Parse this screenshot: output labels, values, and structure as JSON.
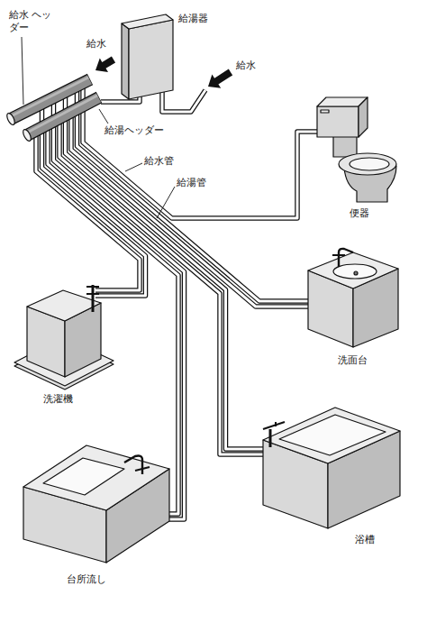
{
  "diagram": {
    "labels": [
      "給水 ヘッダー",
      "給湯器",
      "給水",
      "給水",
      "給湯ヘッダー",
      "給水管",
      "給湯管",
      "便器",
      "洗面台",
      "洗濯機",
      "浴槽",
      "台所流し"
    ]
  }
}
